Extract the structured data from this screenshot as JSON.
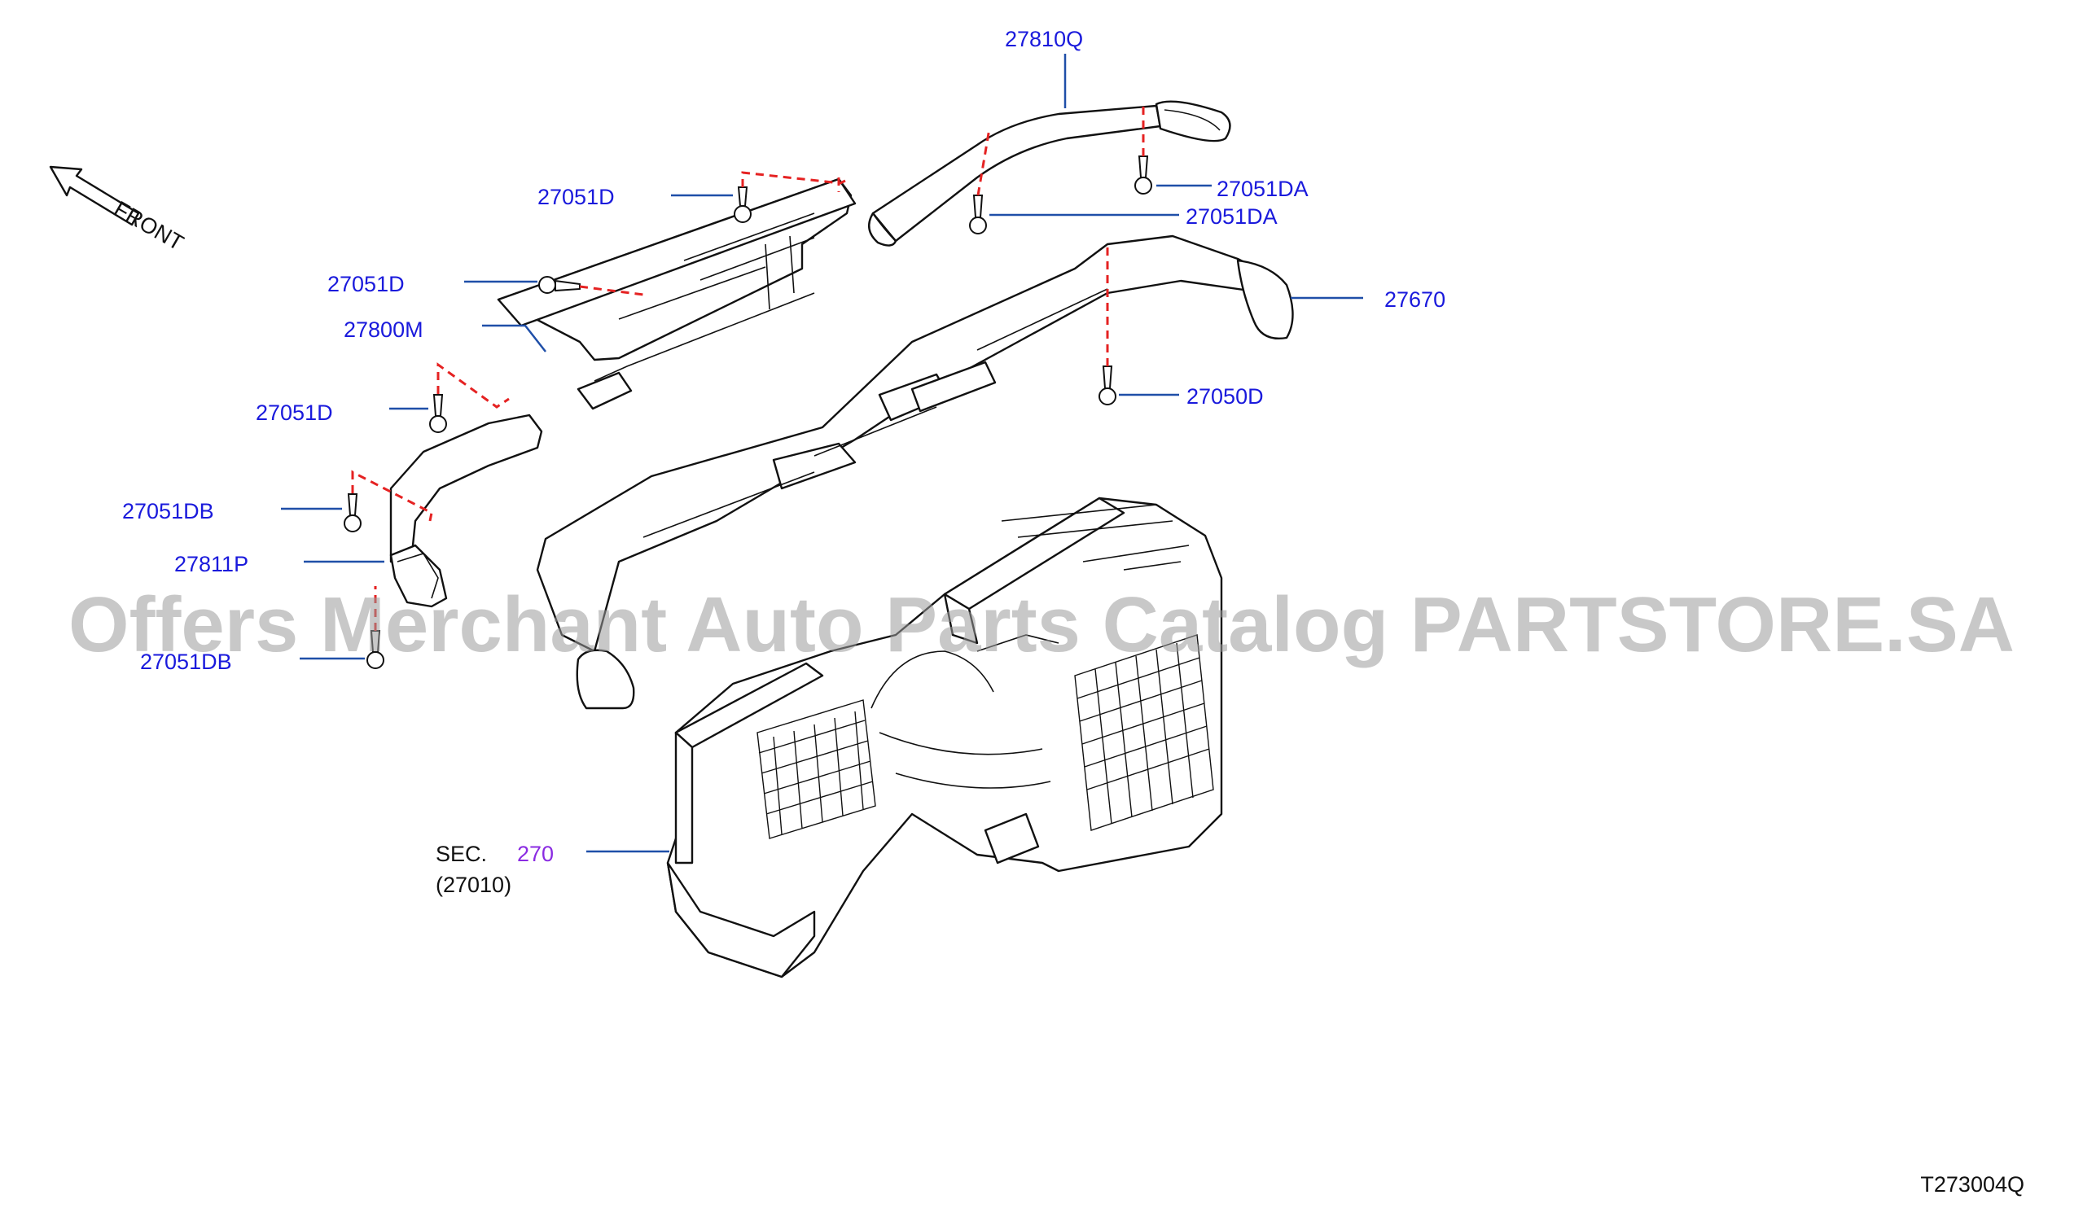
{
  "front_label": "FRONT",
  "parts": {
    "p27810q": "27810Q",
    "p27051da_a": "27051DA",
    "p27051da_b": "27051DA",
    "p27051d_a": "27051D",
    "p27670": "27670",
    "p27051d_b": "27051D",
    "p27800m": "27800M",
    "p27050d": "27050D",
    "p27051d_c": "27051D",
    "p27051db_a": "27051DB",
    "p27811p": "27811P",
    "p27051db_b": "27051DB"
  },
  "section": {
    "prefix": "SEC.",
    "number": "270",
    "sub": "(27010)"
  },
  "diagram_code": "T273004Q",
  "watermark": "Offers Merchant Auto Parts Catalog PARTSTORE.SA",
  "colors": {
    "part_label": "#1a1adc",
    "leader": "#1f4fa8",
    "dash": "#e52222",
    "section_link": "#8a2be2"
  }
}
